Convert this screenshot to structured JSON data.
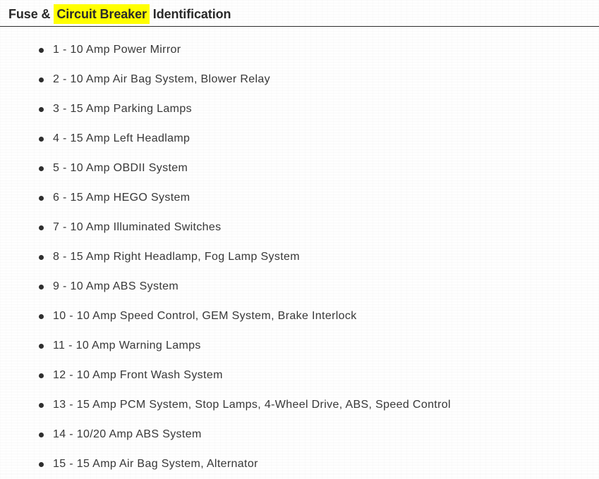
{
  "page": {
    "title_prefix": "Fuse & ",
    "title_highlight": "Circuit Breaker",
    "title_suffix": " Identification",
    "highlight_color": "#ffff00",
    "title_color": "#2a2a2a",
    "text_color": "#373737"
  },
  "fuse_list": {
    "items": [
      "1 - 10 Amp Power Mirror",
      "2 - 10 Amp Air Bag System, Blower Relay",
      "3 - 15 Amp Parking Lamps",
      "4 - 15 Amp Left Headlamp",
      "5 - 10 Amp OBDII System",
      "6 - 15 Amp HEGO System",
      "7 - 10 Amp Illuminated Switches",
      "8 - 15 Amp Right Headlamp, Fog Lamp System",
      "9 - 10 Amp ABS System",
      "10 - 10 Amp Speed Control, GEM System, Brake Interlock",
      "11 - 10 Amp Warning Lamps",
      "12 - 10 Amp Front Wash System",
      "13 - 15 Amp PCM System, Stop Lamps, 4-Wheel Drive, ABS, Speed Control",
      "14 - 10/20 Amp ABS System",
      "15 - 15 Amp Air Bag System, Alternator"
    ]
  }
}
